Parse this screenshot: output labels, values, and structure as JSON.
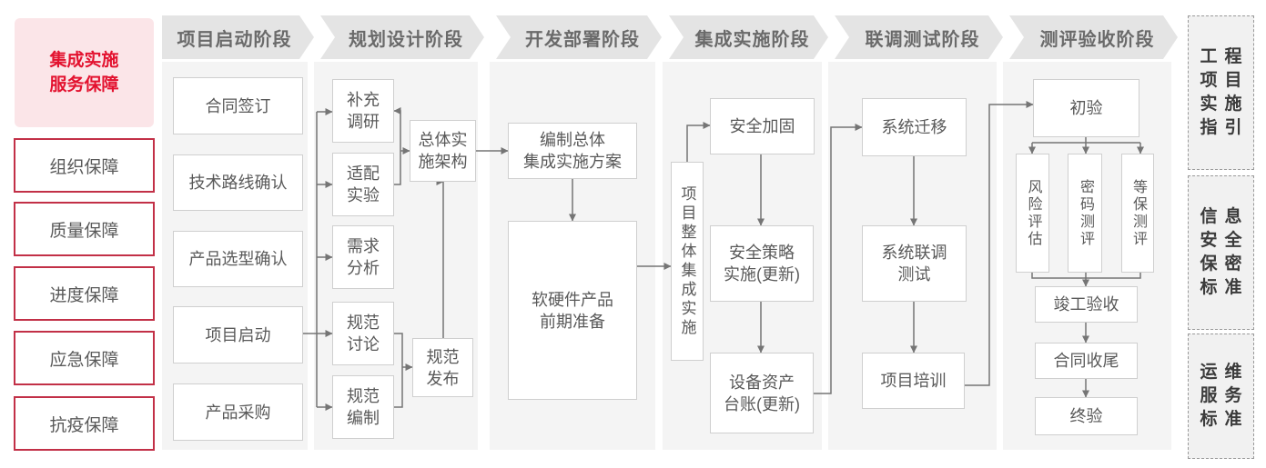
{
  "left_panel": {
    "title_line1": "集成实施",
    "title_line2": "服务保障",
    "items": [
      "组织保障",
      "质量保障",
      "进度保障",
      "应急保障",
      "抗疫保障"
    ]
  },
  "phases": [
    {
      "label": "项目启动阶段"
    },
    {
      "label": "规划设计阶段"
    },
    {
      "label": "开发部署阶段"
    },
    {
      "label": "集成实施阶段"
    },
    {
      "label": "联调测试阶段"
    },
    {
      "label": "测评验收阶段"
    }
  ],
  "nodes": {
    "contract_signing": "合同签订",
    "tech_route_confirm": "技术路线确认",
    "product_selection_confirm": "产品选型确认",
    "project_kickoff": "项目启动",
    "product_procurement": "产品采购",
    "supplementary_research": "补充\n调研",
    "adaptation_experiment": "适配\n实验",
    "requirement_analysis": "需求\n分析",
    "spec_discussion": "规范\n讨论",
    "spec_drafting": "规范\n编制",
    "overall_impl_architecture": "总体实\n施架构",
    "spec_release": "规范\n发布",
    "overall_integration_plan": "编制总体\n集成实施方案",
    "hw_sw_preparation": "软硬件产品\n前期准备",
    "overall_project_integration": "项目整体集成实施",
    "security_hardening": "安全加固",
    "security_policy_impl": "安全策略\n实施(更新)",
    "asset_ledger_update": "设备资产\n台账(更新)",
    "system_migration": "系统迁移",
    "system_joint_test": "系统联调\n测试",
    "project_training": "项目培训",
    "initial_acceptance": "初验",
    "risk_assessment": "风险评估",
    "crypto_evaluation": "密码测评",
    "mlps_evaluation": "等保测评",
    "completion_acceptance": "竣工验收",
    "contract_closure": "合同收尾",
    "final_acceptance": "终验"
  },
  "right_panel": {
    "boxes": [
      {
        "name": "工程项目实施指引",
        "lines": [
          "工程",
          "项目",
          "实施",
          "指引"
        ]
      },
      {
        "name": "信息安全保密标准",
        "lines": [
          "信息",
          "安全",
          "保密",
          "标准"
        ]
      },
      {
        "name": "运维服务标准",
        "lines": [
          "运维",
          "服务",
          "标准"
        ]
      }
    ]
  },
  "colors": {
    "accent_red": "#e3122f",
    "pink_bg": "#fbe5e8",
    "red_box_border": "#c23047",
    "phase_banner_bg": "#e4e4e4",
    "phase_text": "#6a6a6a",
    "column_bg": "#f4f4f4",
    "node_border": "#cfcfcf",
    "node_text": "#595959",
    "connector": "#757575",
    "ref_box_bg": "#f1f1f1",
    "ref_box_border": "#9a9a9a",
    "ref_text": "#3b3b3b"
  }
}
